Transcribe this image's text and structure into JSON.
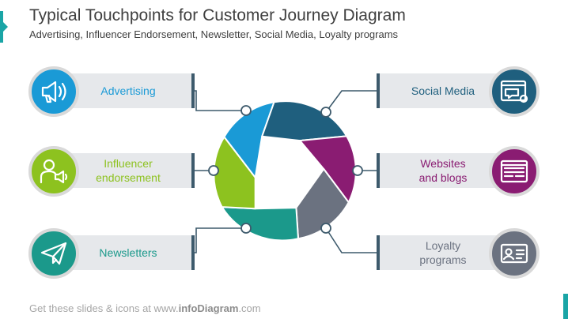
{
  "header": {
    "title": "Typical Touchpoints for Customer Journey Diagram",
    "subtitle": "Advertising, Influencer Endorsement, Newsletter, Social Media, Loyalty programs"
  },
  "footer": {
    "prefix": "Get these slides & icons at www.",
    "brand": "infoDiagram",
    "suffix": ".com"
  },
  "touchpoints": [
    {
      "label": "Advertising",
      "color": "#1a9ad6",
      "icon": "megaphone-icon"
    },
    {
      "label": "Influencer\nendorsement",
      "color": "#8dc21f",
      "icon": "influencer-speaker-icon"
    },
    {
      "label": "Newsletters",
      "color": "#1b998b",
      "icon": "paper-plane-icon"
    },
    {
      "label": "Social Media",
      "color": "#1f5f7e",
      "icon": "browser-chat-icon"
    },
    {
      "label": "Websites\nand blogs",
      "color": "#8a1c72",
      "icon": "website-layout-icon"
    },
    {
      "label": "Loyalty\nprograms",
      "color": "#6b7280",
      "icon": "id-card-icon"
    }
  ]
}
